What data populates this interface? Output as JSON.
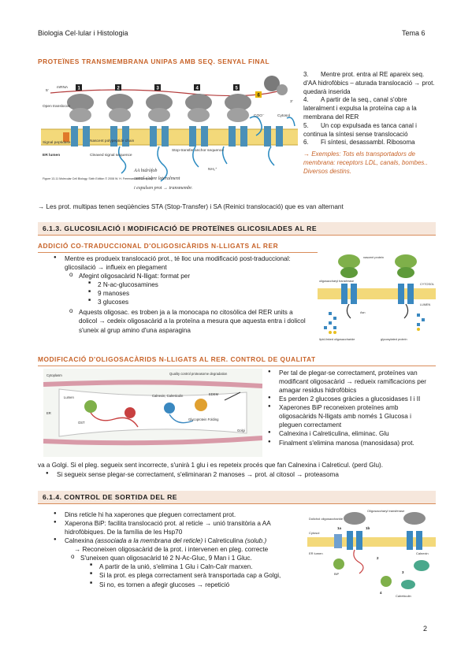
{
  "header": {
    "left": "Biologia Cel·lular i Histologia",
    "right": "Tema 6"
  },
  "sec1": {
    "title": "PROTEÏNES TRANSMEMBRANA UNIPAS AMB SEQ. SENYAL FINAL",
    "items": [
      {
        "n": "3.",
        "text": "Mentre prot. entra al RE apareix seq. d'AA hidrofòbics – aturada translocació → prot. quedarà inserida"
      },
      {
        "n": "4.",
        "text": "A partir de la seq., canal s'obre lateralment i expulsa la proteïna cap a la membrana del RER"
      },
      {
        "n": "5.",
        "text": "Un cop expulsada es tanca canal i continua la síntesi sense translocació"
      },
      {
        "n": "6.",
        "text": "Fi síntesi, desassambl. Ribosoma"
      }
    ],
    "examples": "→ Exemples: Tots els transportadors de membrana: receptors LDL, canals, bombes.. Diversos destins.",
    "note": "→ Les prot. multipas tenen seqüències STA (Stop-Transfer) i SA (Reinici translocació) que es van alternant",
    "fig_labels": {
      "mrna": "mRNA",
      "n5": "5'",
      "n3": "3'",
      "open": "Open translocon",
      "signal": "Signal peptidase",
      "er": "ER lumen",
      "nascent": "Nascent polypeptide chain",
      "cleaved": "Cleaved signal sequence",
      "stop": "Stop-transfer anchor sequence",
      "coo": "COO⁻",
      "nh3": "NH₃⁺",
      "cyt": "Cytosol",
      "steps": [
        "1",
        "2",
        "3",
        "4",
        "5",
        "6"
      ],
      "credit": "Figure 13-11 Molecular Cell Biology, Sixth Edition © 2008 W. H. Freeman and Company",
      "hand1": "AA hidròfob",
      "hand2": "canal s'obre lateralment",
      "hand3": "i expulsen prot → transmembr."
    }
  },
  "sec613": {
    "bar": "6.1.3.   GLUCOSILACIÓ I MODIFICACIÓ DE PROTEÏNES GLICOSILADES AL RE",
    "sub": "ADDICIÓ CO-TRADUCCIONAL D'OLIGOSICÀRIDS N-LLIGATS AL RER",
    "b1": "Mentre es produeix translocació prot., té lloc una modificació post-traduccional: glicosilació → influeix en plegament",
    "b1a": "Afegint oligosacàrid N-lligat: format per",
    "sugars": [
      "2 N-ac-glucosamines",
      "9 manoses",
      "3 glucoses"
    ],
    "b1b": "Aquests oligosac. es troben ja a la monocapa no citosòlica del RER units a dolicol → cedeix oligosacàrid a la proteïna a mesura que aquesta entra i dolicol s'uneix al grup amino d'una asparagina",
    "fig": {
      "oligo": "oligosaccharyl transferase",
      "nascent": "nascent protein",
      "cyt": "CYTOSOL",
      "lumen": "LUMEN",
      "asn": "Asn",
      "lipid": "lipid-linked oligosaccharide",
      "glycosyl": "glycosylated protein"
    }
  },
  "sec_qc": {
    "title": "MODIFICACIÓ D'OLIGOSACÀRIDS N-LLIGATS AL RER. CONTROL DE QUALITAT",
    "bullets": [
      "Per tal de plegar-se correctament, proteïnes van modificant oligosacàrid → redueix ramificacions per amagar residus hidrofòbics",
      "Es perden 2 glucoses gràcies a glucosidases I i II",
      "Xaperones BiP reconeixen proteïnes amb oligosacàrids N-lligats amb només 1 Glucosa i pleguen correctament",
      "Calnexina i Calreticulina, eliminac. Glu",
      "Finalment s'elimina manosa (manosidasa) prot."
    ],
    "cont": "va a Golgi. Si el pleg. segueix sent incorrecte, s'unirà 1 glu i es repeteix procés que fan Calnexina i Calreticul. (perd Glu).",
    "b_last": "Si segueix sense plegar-se correctament, s'eliminaran 2 manoses → prot. al citosol → proteasoma",
    "fig": {
      "cyt": "Cytoplasm",
      "lumen": "Lumen",
      "er": "ER",
      "quality": "Quality control proteasome degradation",
      "calnexin": "Calnexin, Calreticulin",
      "edem": "EDEM",
      "ost": "OST",
      "gluc": "Glycoprotein Folding",
      "golgi": "Golgi"
    }
  },
  "sec614": {
    "bar": "6.1.4.   CONTROL DE SORTIDA DEL RE",
    "bullets": [
      "Dins reticle hi ha xaperones que pleguen correctament prot.",
      "Xaperona BiP: facilita translocació prot. al reticle → unió transitòria a AA hidrofòbiques. De la família de les Hsp70"
    ],
    "calnexina_a": "Calnexina ",
    "calnexina_b": "(associada a la membrana del reticle)",
    "calnexina_c": " i Calreticulina ",
    "calnexina_d": "(solub.)",
    "arrow1": "→ Reconeixen oligosacàrid de la prot. i intervenen en pleg. correcte",
    "sub1": "S'uneixen quan oligosacàrid té 2 N-Ac-Gluc, 9 Man i 1 Gluc.",
    "subs": [
      "A partir de la unió, s'elimina 1 Glu i Caln-Calr marxen.",
      "Si la prot. es plega correctament serà transportada cap a Golgi,",
      "Si no, es tornen a afegir glucoses → repetició"
    ],
    "fig": {
      "oligo": "Oligosaccharyl transferase",
      "dolichol": "Dolichol oligosaccharide",
      "cytosol": "Cytosol",
      "er": "ER lumen",
      "bip": "BiP",
      "calnexin": "Calnexin",
      "calreticulin": "Calreticulin",
      "n1a": "1a",
      "n1b": "1b",
      "n2": "2",
      "n3": "3",
      "n4": "4"
    }
  },
  "page_number": "2",
  "colors": {
    "accent": "#c8642a",
    "bar_bg": "#f6e7dc",
    "membrane": "#f3d97a",
    "ribosome": "#8c8c8c",
    "channel": "#4a90b8"
  }
}
